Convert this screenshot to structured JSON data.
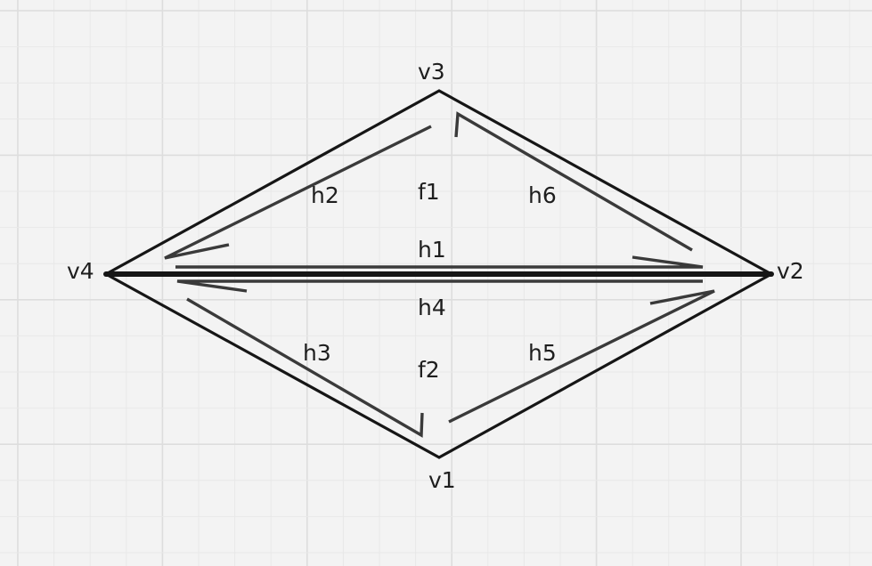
{
  "vertices": {
    "v1": "v1",
    "v2": "v2",
    "v3": "v3",
    "v4": "v4"
  },
  "faces": {
    "f1": "f1",
    "f2": "f2"
  },
  "half_edges": {
    "h1": "h1",
    "h2": "h2",
    "h3": "h3",
    "h4": "h4",
    "h5": "h5",
    "h6": "h6"
  },
  "colors": {
    "background": "#f3f3f3",
    "edge": "#161616",
    "half_edge": "#3a3a3a",
    "text": "#1e1e1e"
  }
}
